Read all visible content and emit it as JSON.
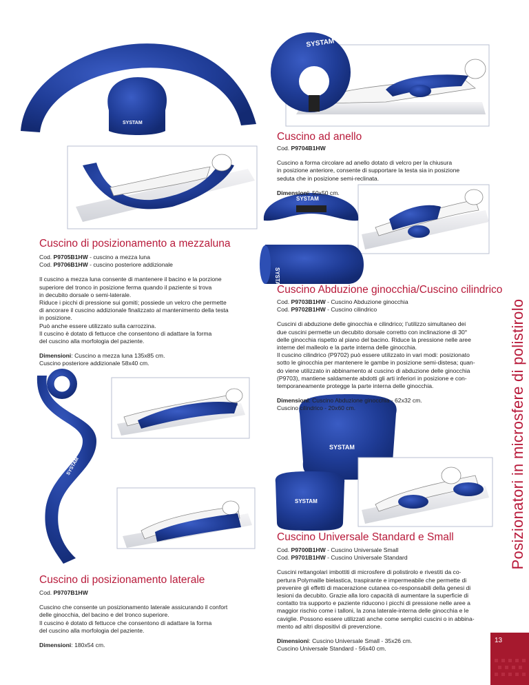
{
  "brand": "SYSTAM",
  "colors": {
    "accent": "#b81a3a",
    "product_blue": "#1f3c96",
    "frame": "#b9bfd0",
    "page_box": "#a6192e"
  },
  "side_title": "Posizionatori in microsfere di polistirolo",
  "page_number": "13",
  "sections": {
    "anello": {
      "title": "Cuscino ad anello",
      "code_line": {
        "label": "Cod.",
        "code": "P9704B1HW"
      },
      "description": "Cuscino a forma circolare ad anello dotato di velcro per la chiusura\nin posizione anteriore, consente di supportare la testa sia in posizione\nseduta che in posizione semi-reclinata.",
      "dimensions": {
        "label": "Dimensioni",
        "text": ": 50x50 cm."
      }
    },
    "mezzaluna": {
      "title": "Cuscino di posizionamento a mezzaluna",
      "codes": [
        {
          "label": "Cod.",
          "code": "P9705B1HW",
          "desc": " - cuscino a mezza luna"
        },
        {
          "label": "Cod.",
          "code": "P9706B1HW",
          "desc": " - cuscino posteriore addizionale"
        }
      ],
      "description": "Il cuscino a mezza luna consente di mantenere il bacino e la porzione\nsuperiore del tronco in posizione ferma quando il paziente si trova\nin decubito dorsale o semi-laterale.\nRiduce i picchi di pressione sui gomiti; possiede un velcro che permette\ndi ancorare il cuscino addizionale finalizzato al mantenimento della testa\nin posizione.\nPuò anche essere utilizzato sulla carrozzina.\nIl cuscino è dotato di fettucce che consentono di adattare la forma\ndel cuscino alla morfologia del paziente.",
      "dimensions": {
        "label": "Dimensioni",
        "text": ": Cuscino a mezza luna 135x85 cm.\nCuscino posteriore addizionale 58x40 cm."
      }
    },
    "abduzione": {
      "title": "Cuscino Abduzione ginocchia/Cuscino cilindrico",
      "codes": [
        {
          "label": "Cod.",
          "code": "P9703B1HW",
          "desc": " - Cuscino Abduzione ginocchia"
        },
        {
          "label": "Cod.",
          "code": "P9702B1HW",
          "desc": " - Cuscino cilindrico"
        }
      ],
      "description": "Cuscini di abduzione delle ginocchia e cilindrico; l’utilizzo simultaneo dei\ndue cuscini permette un decubito dorsale corretto con inclinazione di 30°\ndelle ginocchia rispetto al piano del bacino. Riduce la pressione nelle aree\ninterne del malleolo e la parte interna delle ginocchia.\nIl cuscino cilindrico (P9702) può essere utilizzato in vari modi: posizionato\nsotto le ginocchia per mantenere le gambe in posizione semi-distesa; quan-\ndo viene utilizzato in abbinamento al cuscino di abduzione delle ginocchia\n(P9703), mantiene saldamente abdotti gli arti inferiori in posizione e con-\ntemporaneamente protegge la parte interna delle ginocchia.",
      "dimensions": {
        "label": "Dimensioni",
        "text": ": Cuscino Abduzione ginocchia - 62x32 cm.\nCuscino cilindrico - 20x60 cm."
      }
    },
    "laterale": {
      "title": "Cuscino di posizionamento laterale",
      "code_line": {
        "label": "Cod.",
        "code": "P9707B1HW"
      },
      "description": "Cuscino che consente un posizionamento laterale assicurando il confort\ndelle ginocchia, del bacino e del tronco superiore.\nIl cuscino è dotato di fettucce che consentono di adattare la forma\ndel cuscino alla morfologia del paziente.",
      "dimensions": {
        "label": "Dimensioni",
        "text": ": 180x54 cm."
      }
    },
    "universale": {
      "title": "Cuscino Universale Standard e Small",
      "codes": [
        {
          "label": "Cod.",
          "code": "P9700B1HW",
          "desc": " - Cuscino Universale Small"
        },
        {
          "label": "Cod.",
          "code": "P9701B1HW",
          "desc": " - Cuscino Universale Standard"
        }
      ],
      "description": "Cuscini rettangolari imbottiti di microsfere di polistirolo e rivestiti da co-\npertura Polymaille bielastica, traspirante e impermeabile  che permette di\nprevenire gli effetti di macerazione cutanea co-responsabili della genesi di\nlesioni da decubito. Grazie alla loro capacità di aumentare la superficie di\ncontatto tra supporto e paziente riducono i picchi di pressione nelle aree a\nmaggior rischio come i talloni, la zona laterale-interna delle ginocchia  e le\ncaviglie. Possono essere utilizzati anche come semplici cuscini o in abbina-\nmento ad altri dispositivi di prevenzione.",
      "dimensions": {
        "label": "Dimensioni",
        "text": ": Cuscino Universale Small - 35x26 cm.\nCuscino Universale Standard - 56x40 cm."
      }
    }
  }
}
